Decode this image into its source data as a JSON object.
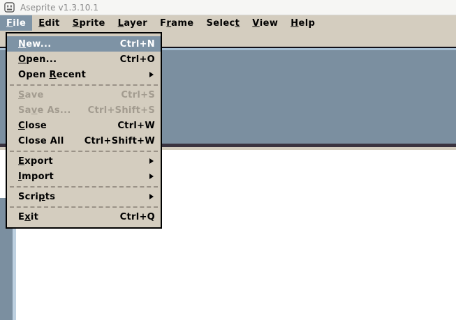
{
  "window": {
    "title": "Aseprite v1.3.10.1",
    "icon": "aseprite-logo-icon"
  },
  "menubar": {
    "items": [
      {
        "label": "File",
        "mnemonic": "F",
        "active": true
      },
      {
        "label": "Edit",
        "mnemonic": "E",
        "active": false
      },
      {
        "label": "Sprite",
        "mnemonic": "S",
        "active": false
      },
      {
        "label": "Layer",
        "mnemonic": "L",
        "active": false
      },
      {
        "label": "Frame",
        "mnemonic": "r",
        "active": false
      },
      {
        "label": "Select",
        "mnemonic": "t",
        "active": false
      },
      {
        "label": "View",
        "mnemonic": "V",
        "active": false
      },
      {
        "label": "Help",
        "mnemonic": "H",
        "active": false
      }
    ]
  },
  "file_menu": {
    "rows": [
      {
        "type": "item",
        "label": "New...",
        "accel": "Ctrl+N",
        "state": "selected",
        "mnemonic": "N"
      },
      {
        "type": "item",
        "label": "Open...",
        "accel": "Ctrl+O",
        "state": "normal",
        "mnemonic": "O"
      },
      {
        "type": "submenu",
        "label": "Open Recent",
        "accel": "",
        "state": "normal",
        "mnemonic": "R"
      },
      {
        "type": "separator"
      },
      {
        "type": "item",
        "label": "Save",
        "accel": "Ctrl+S",
        "state": "disabled",
        "mnemonic": "S"
      },
      {
        "type": "item",
        "label": "Save As...",
        "accel": "Ctrl+Shift+S",
        "state": "disabled",
        "mnemonic": "v"
      },
      {
        "type": "item",
        "label": "Close",
        "accel": "Ctrl+W",
        "state": "normal",
        "mnemonic": "C"
      },
      {
        "type": "item",
        "label": "Close All",
        "accel": "Ctrl+Shift+W",
        "state": "normal",
        "mnemonic": ""
      },
      {
        "type": "separator"
      },
      {
        "type": "submenu",
        "label": "Export",
        "accel": "",
        "state": "normal",
        "mnemonic": "E"
      },
      {
        "type": "submenu",
        "label": "Import",
        "accel": "",
        "state": "normal",
        "mnemonic": "I"
      },
      {
        "type": "separator"
      },
      {
        "type": "submenu",
        "label": "Scripts",
        "accel": "",
        "state": "normal",
        "mnemonic": "p"
      },
      {
        "type": "separator"
      },
      {
        "type": "item",
        "label": "Exit",
        "accel": "Ctrl+Q",
        "state": "normal",
        "mnemonic": "x"
      }
    ]
  },
  "colors": {
    "menu_background": "#d4cdbf",
    "menu_highlight": "#7e93a5",
    "panel_blue": "#7b8fa0",
    "panel_highlight": "#a8c0d4",
    "panel_shadow": "#3a3340",
    "canvas": "#ffffff",
    "disabled_text": "#a29b8f",
    "title_text": "#8a8a8a"
  }
}
